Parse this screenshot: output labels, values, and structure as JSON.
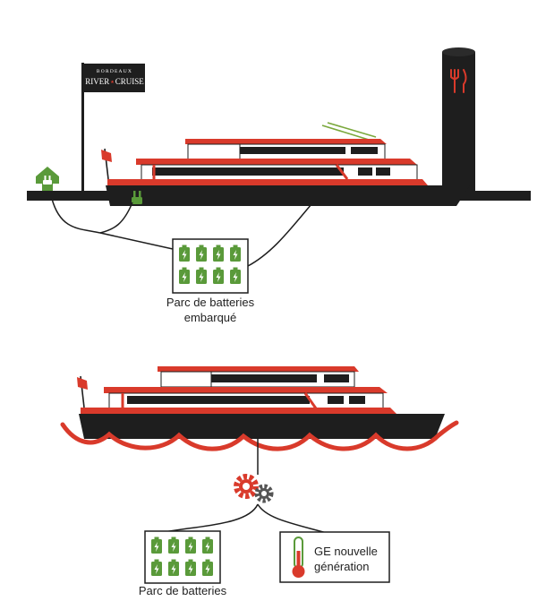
{
  "flag": {
    "line1": "BORDEAUX",
    "line2a": "RIVER",
    "line2b": "CRUISE"
  },
  "labels": {
    "battery_top_line1": "Parc de batteries",
    "battery_top_line2": "embarqué",
    "battery_bottom": "Parc de batteries",
    "generator_line1": "GE nouvelle",
    "generator_line2": "génération"
  },
  "colors": {
    "hull": "#1e1e1e",
    "accent_red": "#d93a2b",
    "battery_green": "#5a9a3a",
    "antenna_green": "#7aa83c",
    "gear_grey": "#555555",
    "ground": "#1e1e1e"
  },
  "icons": {
    "shore_power": "house-plug-icon",
    "onboard_plug": "plug-icon",
    "battery": "battery-bolt-icon",
    "restaurant": "fork-knife-icon",
    "gears": "gears-icon",
    "thermometer": "thermometer-icon"
  }
}
